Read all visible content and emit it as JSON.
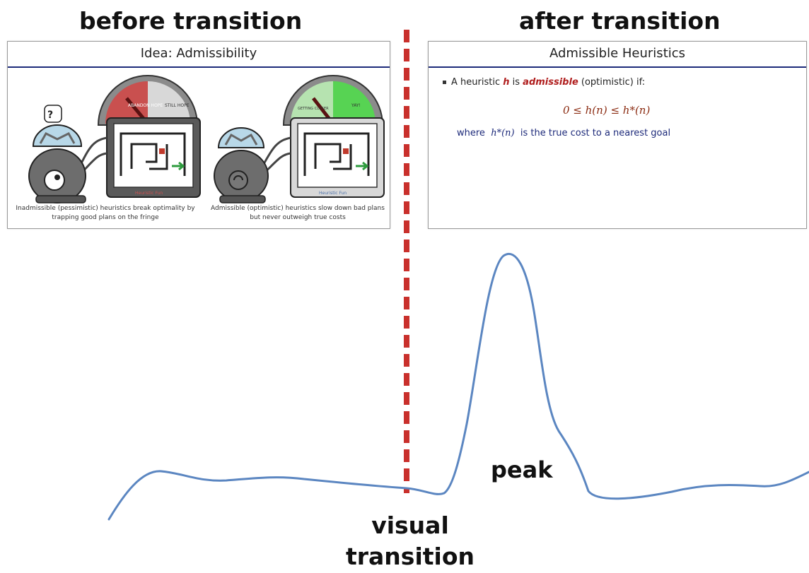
{
  "headings": {
    "before": "before transition",
    "after": "after transition"
  },
  "left_slide": {
    "title": "Idea: Admissibility",
    "gauge_labels": [
      "ABANDON HOPE",
      "STILL HOPE"
    ],
    "gauge_labels_right": [
      "GETTING CLOSER",
      "YAY!"
    ],
    "monitor_caption": "Heuristic Fun",
    "caption_left": "Inadmissible (pessimistic) heuristics break optimality by trapping good plans on the fringe",
    "caption_right": "Admissible (optimistic) heuristics slow down bad plans but never outweigh true costs"
  },
  "right_slide": {
    "title": "Admissible Heuristics",
    "bullet_prefix": "A heuristic",
    "bullet_h": "h",
    "bullet_is": "is",
    "bullet_admissible": "admissible",
    "bullet_suffix": "(optimistic) if:",
    "formula": "0 ≤ h(n) ≤ h*(n)",
    "where_prefix": "where",
    "where_math": "h*(n)",
    "where_suffix": "is the true cost to a nearest goal"
  },
  "annotations": {
    "peak": "peak",
    "visual": "visual",
    "transition": "transition"
  },
  "colors": {
    "curve": "#5b86c1",
    "divider": "#c9302c",
    "slide_rule": "#1d2a7a",
    "emphasis": "#b01e1e"
  }
}
